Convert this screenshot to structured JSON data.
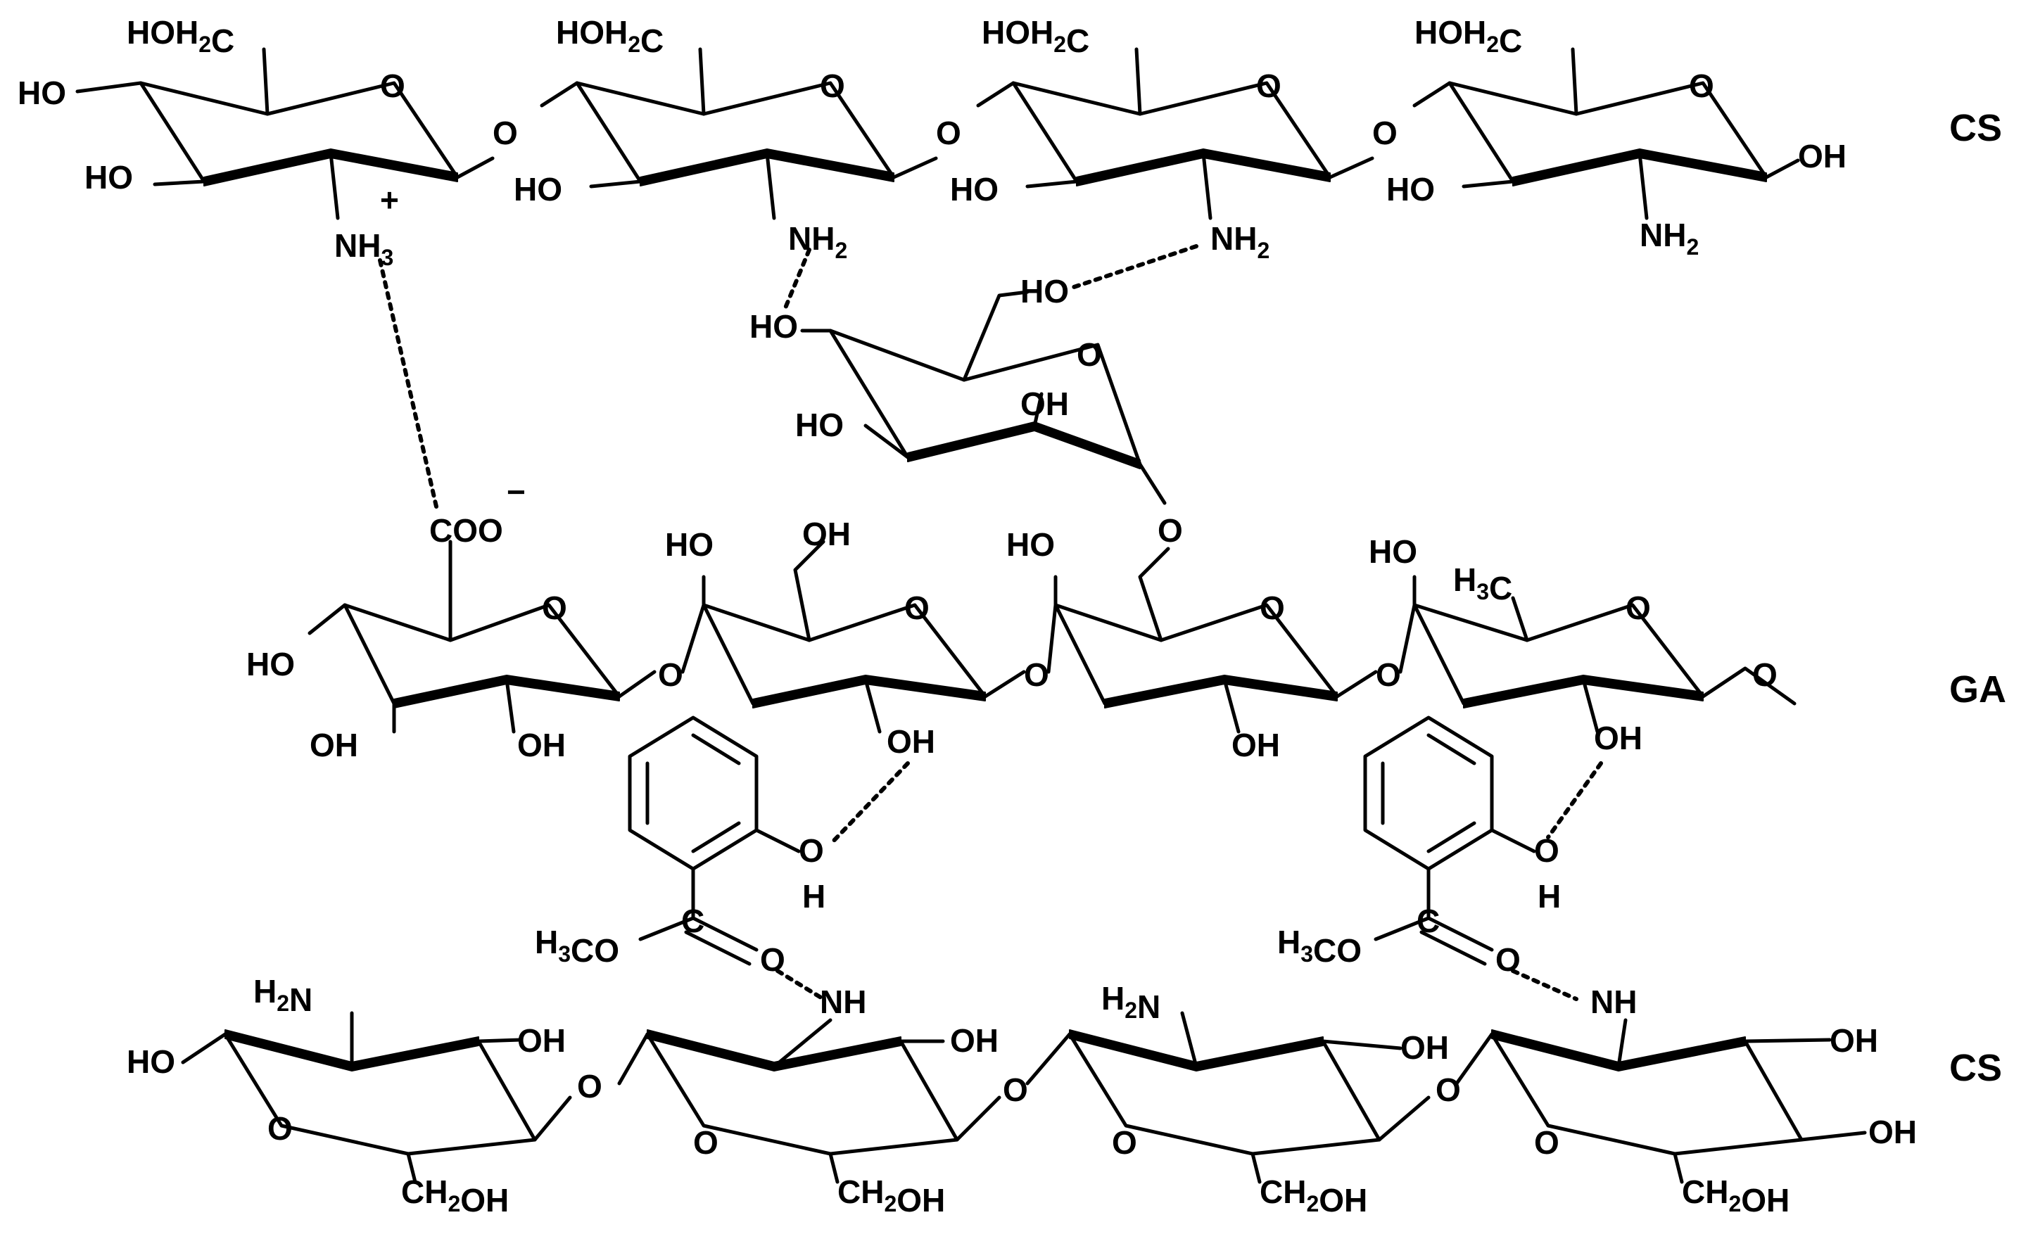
{
  "chains": {
    "cs_top": "CS",
    "ga_middle": "GA",
    "cs_bottom": "CS"
  },
  "groups": {
    "hoh2c": "HOH",
    "h2c_sub": "2",
    "h2c_c": "C",
    "ho": "HO",
    "oh": "OH",
    "o": "O",
    "nh": "NH",
    "nh2_n": "NH",
    "nh2_sub": "2",
    "nh3_n": "NH",
    "nh3_sub": "3",
    "plus": "+",
    "coo": "COO",
    "minus": "−",
    "h2n_h": "H",
    "h2n_sub": "2",
    "h2n_n": "N",
    "ch2oh_ch": "CH",
    "ch2oh_sub": "2",
    "ch2oh_oh": "OH",
    "h3c_h": "H",
    "h3c_sub": "3",
    "h3c_c": "C",
    "h3co_h": "H",
    "h3co_sub": "3",
    "h3co_co": "CO",
    "h": "H",
    "c": "C"
  }
}
